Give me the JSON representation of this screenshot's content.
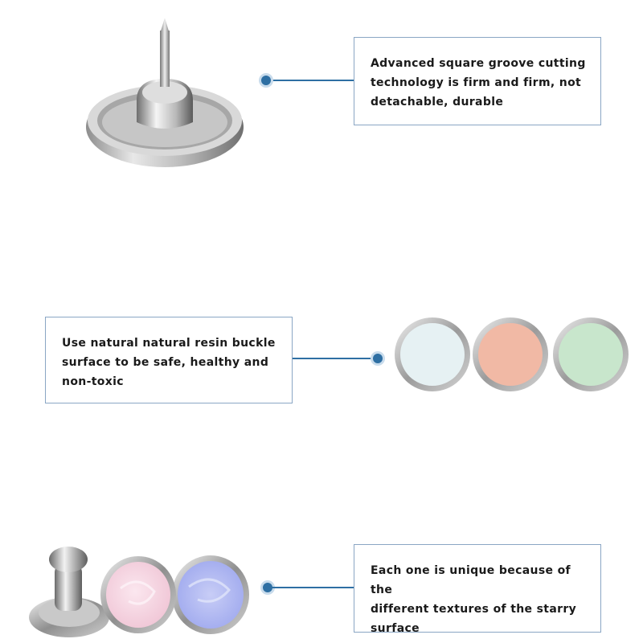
{
  "features": [
    {
      "id": "groove",
      "text": "Advanced square groove cutting\ntechnology is firm and firm, not\ndetachable, durable",
      "image": "metal-tack-button"
    },
    {
      "id": "resin",
      "text": "Use natural natural resin buckle\nsurface to be safe, healthy and\nnon-toxic",
      "image": "resin-buttons-trio"
    },
    {
      "id": "starry",
      "text": "Each one is unique because of the\ndifferent textures of the starry\nsurface",
      "image": "starry-buttons-pair"
    }
  ],
  "colors": {
    "accent": "#2e6fa3",
    "border": "#8aa6c4",
    "resin_white": "#e6f1f3",
    "resin_peach": "#f1b9a5",
    "resin_mint": "#c8e6cc",
    "starry_pink": "#f0c6d6",
    "starry_blue": "#aab2f0"
  }
}
